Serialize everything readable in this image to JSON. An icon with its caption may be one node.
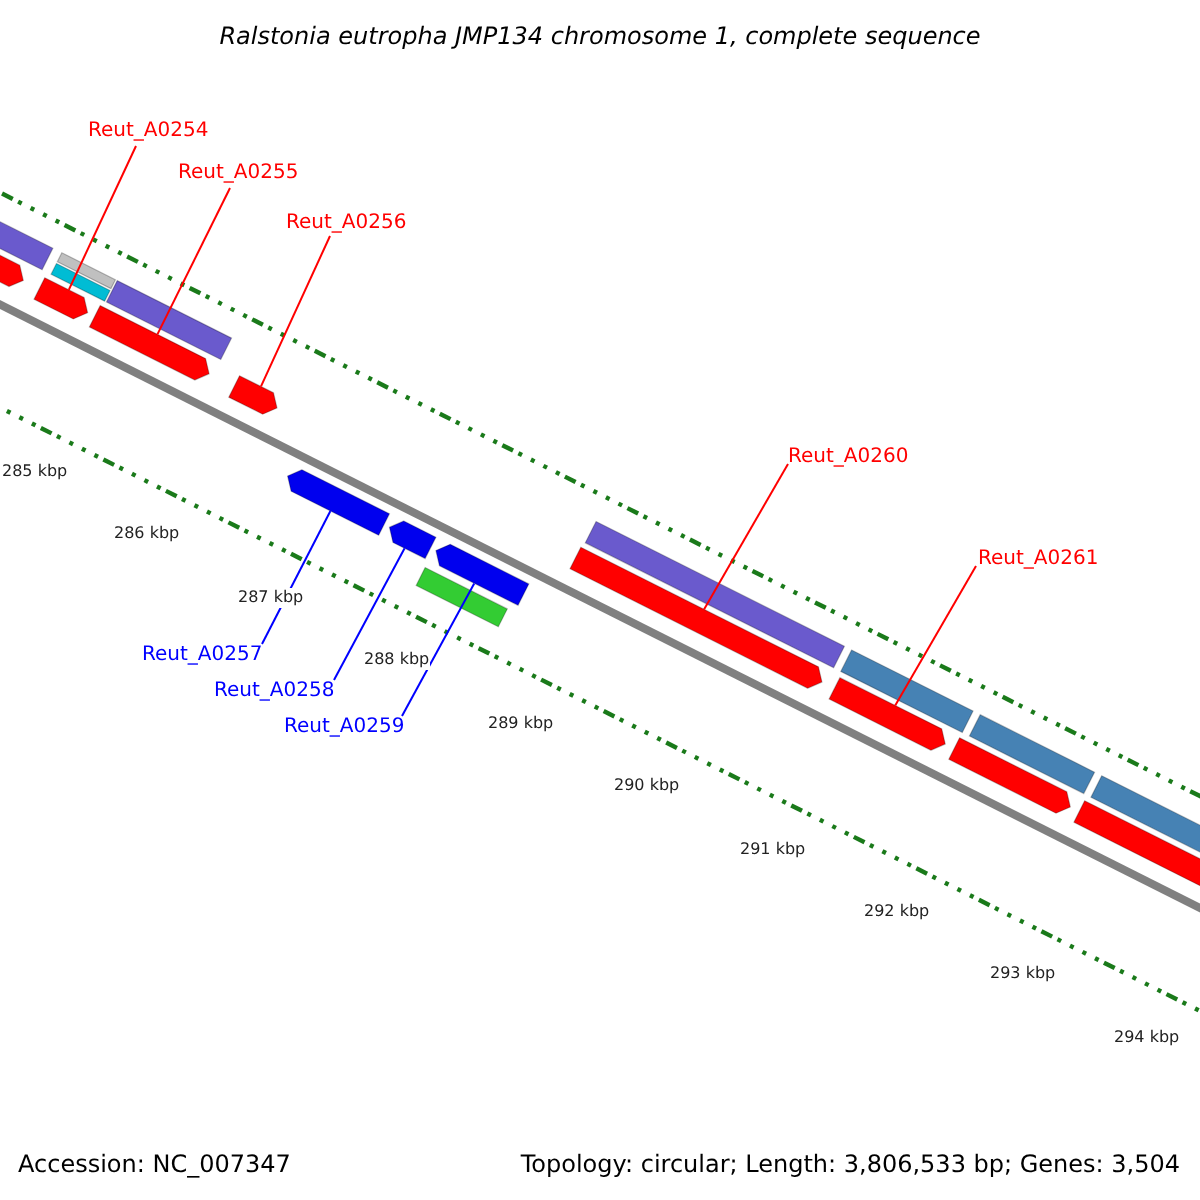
{
  "diagram": {
    "title": "Ralstonia eutropha JMP134 chromosome 1, complete sequence",
    "nodes": [
      {
        "text": [
          "Reut_A0254"
        ]
      },
      {
        "text": [
          "Reut_A0255"
        ]
      },
      {
        "text": [
          "Reut_A0256"
        ]
      },
      {
        "text": [
          "Reut_A0257"
        ]
      },
      {
        "text": [
          "Reut_A0258"
        ]
      },
      {
        "text": [
          "Reut_A0259"
        ]
      },
      {
        "text": [
          "Reut_A0260"
        ]
      },
      {
        "text": [
          "Reut_A0261"
        ]
      },
      {
        "text": [],
        "shape": "bar"
      },
      {
        "text": [],
        "shape": "bar"
      },
      {
        "text": [],
        "shape": "bar"
      },
      {
        "text": [],
        "shape": "bar"
      },
      {
        "text": [],
        "shape": "bar"
      },
      {
        "text": [],
        "shape": "bar"
      },
      {
        "text": [],
        "shape": "bar"
      },
      {
        "text": [],
        "shape": "bar"
      },
      {
        "text": [],
        "shape": "bar"
      },
      {
        "text": [],
        "shape": "bar"
      },
      {
        "text": [],
        "shape": "bar"
      },
      {
        "text": [],
        "shape": "bar"
      },
      {
        "text": [],
        "shape": "bar"
      },
      {
        "text": [],
        "shape": "bar"
      },
      {
        "text": [],
        "shape": "bar"
      },
      {
        "text": [],
        "shape": "bar"
      },
      {
        "text": [],
        "shape": "bar"
      },
      {
        "text": [],
        "shape": "bar"
      },
      {
        "text": [],
        "shape": "bar"
      },
      {
        "text": [],
        "shape": "bar"
      }
    ],
    "edges": [
      {
        "from": 0,
        "to": 10,
        "arrow": "none"
      },
      {
        "from": 1,
        "to": 13,
        "arrow": "none"
      },
      {
        "from": 2,
        "to": 15,
        "arrow": "none"
      },
      {
        "from": 3,
        "to": 16,
        "arrow": "none",
        "color": "#0000ff"
      },
      {
        "from": 4,
        "to": 17,
        "arrow": "none",
        "color": "#0000ff"
      },
      {
        "from": 5,
        "to": 19,
        "arrow": "none",
        "color": "#0000ff"
      },
      {
        "from": 6,
        "to": 20,
        "arrow": "none"
      },
      {
        "from": 7,
        "to": 23,
        "arrow": "none"
      }
    ],
    "labels": [
      "285 kbp",
      "286 kbp",
      "287 kbp",
      "288 kbp",
      "289 kbp",
      "290 kbp",
      "291 kbp",
      "292 kbp",
      "293 kbp",
      "294 kbp",
      "Accession: NC_007347",
      "Topology: circular; Length: 3,806,533 bp; Genes: 3,504"
    ]
  }
}
